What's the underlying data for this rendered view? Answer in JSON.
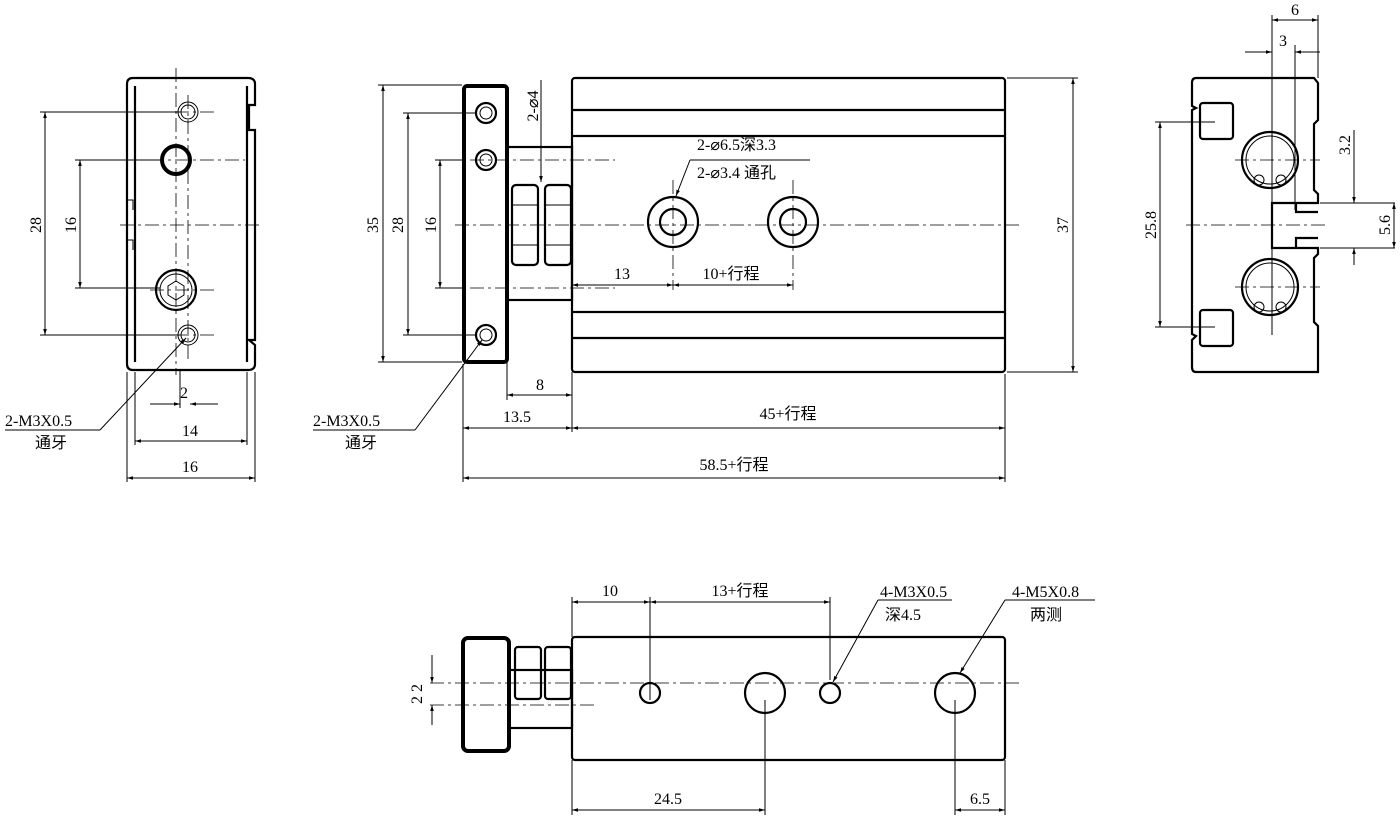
{
  "end_view_left": {
    "dim_28": "28",
    "dim_16": "16",
    "dim_2": "2",
    "dim_14": "14",
    "dim_16_width": "16",
    "callout_line1": "2-M3X0.5",
    "callout_line2": "通牙"
  },
  "front_view": {
    "dim_35": "35",
    "dim_28": "28",
    "dim_16": "16",
    "dim_37": "37",
    "dim_phi4": "2-⌀4",
    "hole_callout_line1": "2-⌀6.5深3.3",
    "hole_callout_line2": "2-⌀3.4 通孔",
    "dim_13": "13",
    "dim_10_stroke": "10+行程",
    "dim_8": "8",
    "dim_13_5": "13.5",
    "dim_45_stroke": "45+行程",
    "dim_58_5_stroke": "58.5+行程",
    "callout_line1": "2-M3X0.5",
    "callout_line2": "通牙"
  },
  "end_view_right": {
    "dim_6": "6",
    "dim_3": "3",
    "dim_3_2": "3.2",
    "dim_5_6": "5.6",
    "dim_25_8": "25.8"
  },
  "bottom_view": {
    "dim_10": "10",
    "dim_13_stroke": "13+行程",
    "dim_24_5": "24.5",
    "dim_6_5": "6.5",
    "dim_22": "2 2",
    "callout_m3_line1": "4-M3X0.5",
    "callout_m3_line2": "深4.5",
    "callout_m5_line1": "4-M5X0.8",
    "callout_m5_line2": "两测"
  }
}
